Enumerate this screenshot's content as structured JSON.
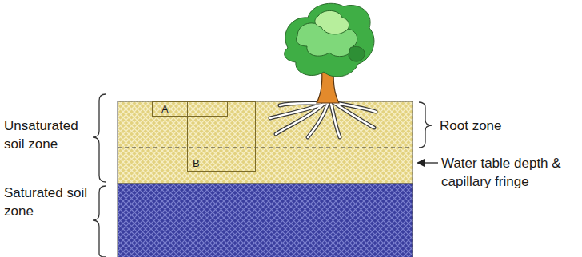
{
  "diagram": {
    "nodes": [
      {
        "text": [
          "A"
        ]
      },
      {
        "text": [
          "B"
        ]
      }
    ],
    "labels": [
      "Unsaturated soil zone",
      "Saturated soil zone",
      "Root zone",
      "Water table depth & capillary fringe"
    ]
  }
}
